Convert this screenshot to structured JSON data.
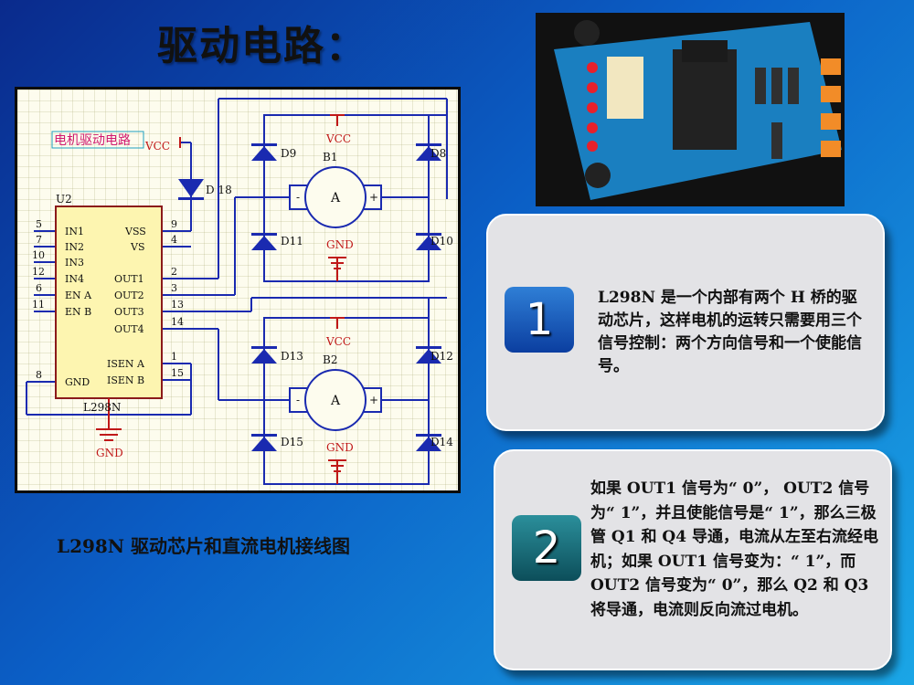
{
  "slide": {
    "title": "驱动电路：",
    "caption": "L298N 驱动芯片和直流电机接线图"
  },
  "schematic": {
    "label_box": "电机驱动电路",
    "chip_ref": "U2",
    "chip_name": "L298N",
    "vcc": "VCC",
    "gnd": "GND",
    "diode_d18": "D 18",
    "left_pins": [
      {
        "num": "5",
        "name": "IN1"
      },
      {
        "num": "7",
        "name": "IN2"
      },
      {
        "num": "10",
        "name": "IN3"
      },
      {
        "num": "12",
        "name": "IN4"
      },
      {
        "num": "6",
        "name": "EN A"
      },
      {
        "num": "11",
        "name": "EN B"
      },
      {
        "num": "8",
        "name": "GND"
      }
    ],
    "right_pins": [
      {
        "num": "9",
        "name": "VSS"
      },
      {
        "num": "4",
        "name": "VS"
      },
      {
        "num": "2",
        "name": "OUT1"
      },
      {
        "num": "3",
        "name": "OUT2"
      },
      {
        "num": "13",
        "name": "OUT3"
      },
      {
        "num": "14",
        "name": "OUT4"
      },
      {
        "num": "1",
        "name": "ISEN A"
      },
      {
        "num": "15",
        "name": "ISEN B"
      }
    ],
    "bridge1": {
      "motor": "B1",
      "vcc": "VCC",
      "gnd": "GND",
      "d_tl": "D9",
      "d_tr": "D8",
      "d_bl": "D11",
      "d_br": "D10",
      "motor_letter": "A",
      "minus": "-",
      "plus": "+"
    },
    "bridge2": {
      "motor": "B2",
      "vcc": "VCC",
      "gnd": "GND",
      "d_tl": "D13",
      "d_tr": "D12",
      "d_bl": "D15",
      "d_br": "D14",
      "motor_letter": "A",
      "minus": "-",
      "plus": "+"
    }
  },
  "card1": {
    "number": "1",
    "text": " L298N 是一个内部有两个 H 桥的驱动芯片，这样电机的运转只需要用三个信号控制：两个方向信号和一个使能信号。"
  },
  "card2": {
    "number": "2",
    "text": "如果 OUT1 信号为“ 0”， OUT2 信号为“ 1”，并且使能信号是“ 1”，那么三极管 Q1 和 Q4 导通，电流从左至右流经电机；如果 OUT1 信号变为：“ 1”，而 OUT2 信号变为“ 0”，那么 Q2 和 Q3 将导通，电流则反向流过电机。"
  },
  "colors": {
    "wire": "#1a2ab0",
    "power": "#c01818",
    "chip_fill": "#fdf5b0",
    "chip_border": "#8b1a1a"
  }
}
